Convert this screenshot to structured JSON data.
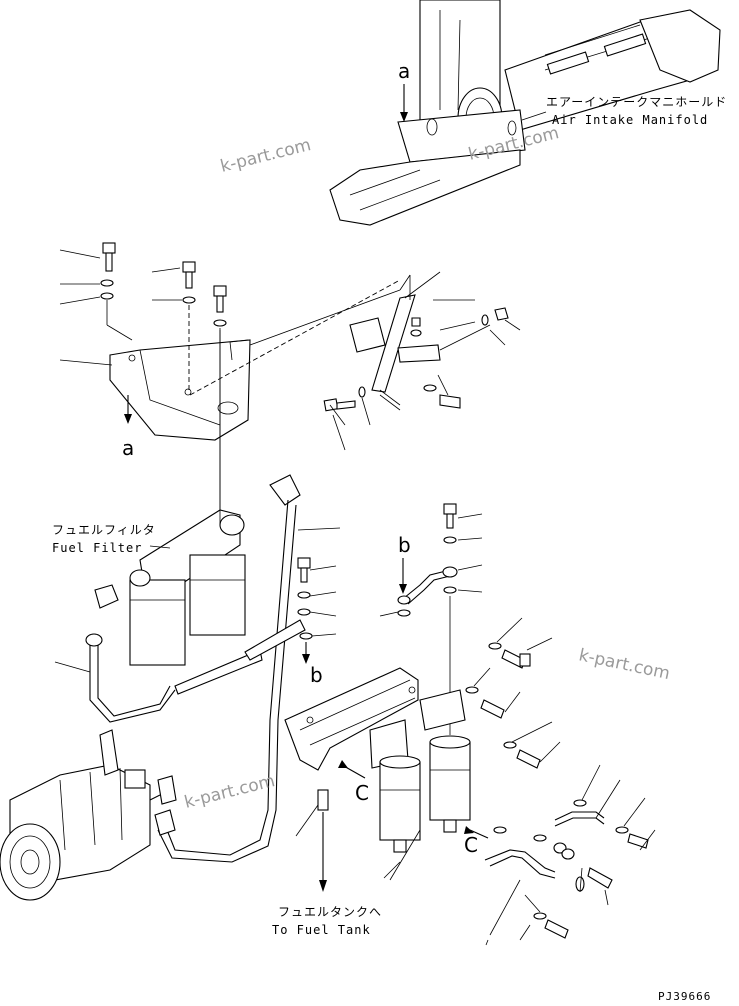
{
  "labels": {
    "manifold_jp": "エアーインテークマニホールド",
    "manifold_en": "Air Intake Manifold",
    "filter_jp": "フュエルフィルタ",
    "filter_en": "Fuel Filter",
    "tank_jp": "フュエルタンクへ",
    "tank_en": "To Fuel Tank"
  },
  "refs": {
    "a_top": "a",
    "a_bottom": "a",
    "b_top": "b",
    "b_bottom": "b",
    "c_left": "C",
    "c_right": "C"
  },
  "watermark": "k-part.com",
  "drawing_code": "PJ39666"
}
